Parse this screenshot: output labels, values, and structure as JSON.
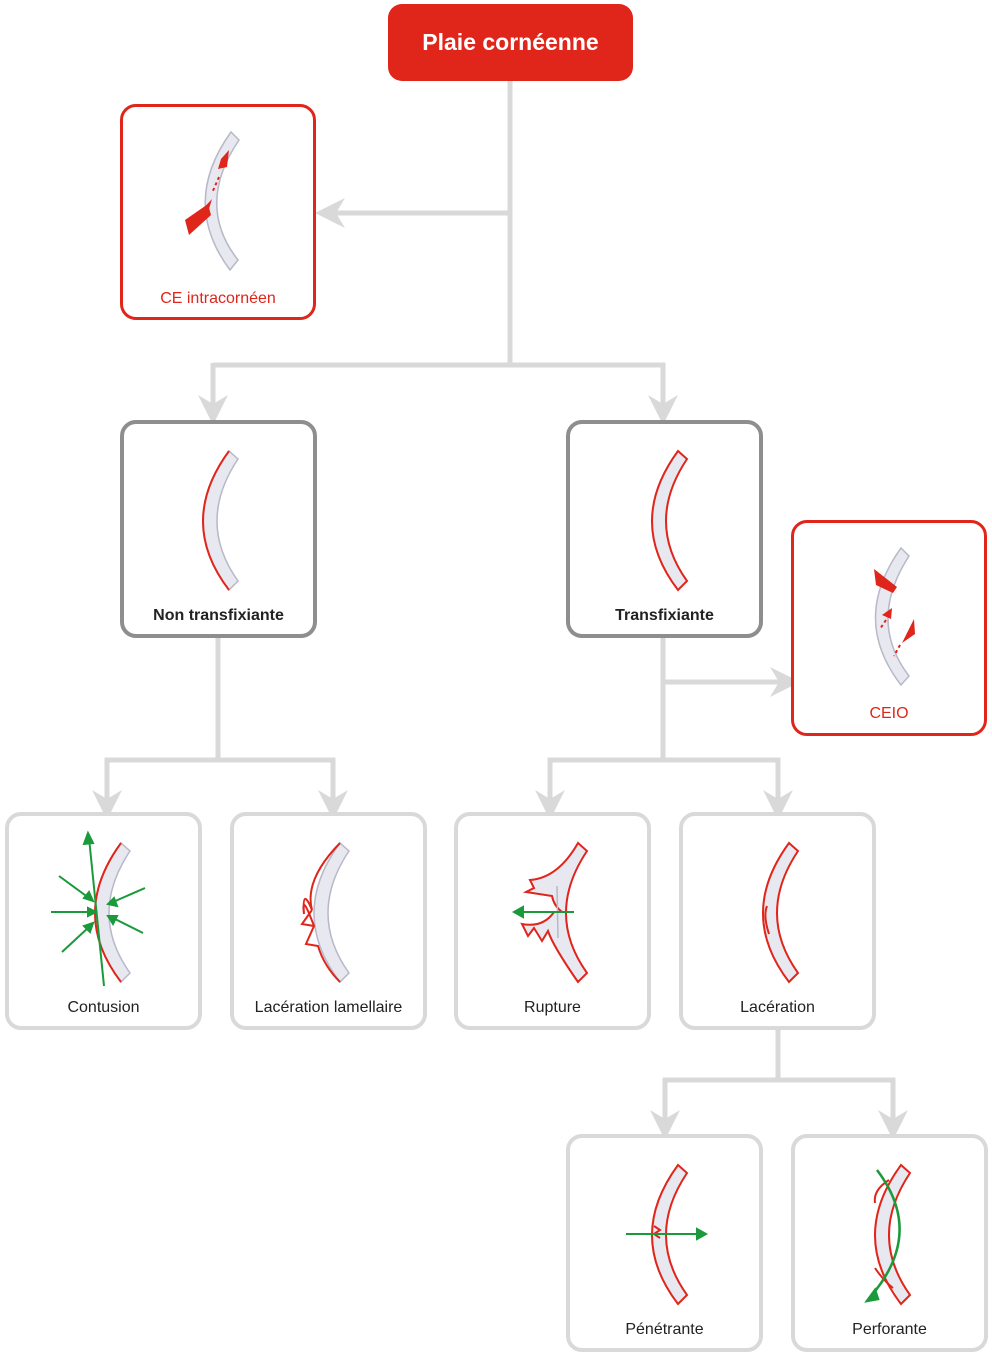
{
  "title": "Plaie cornéenne",
  "nodes": {
    "ce_intracorneen": "CE intracornéen",
    "non_transfixiante": "Non transfixiante",
    "transfixiante": "Transfixiante",
    "ceio": "CEIO",
    "contusion": "Contusion",
    "laceration_lamellaire": "Lacération lamellaire",
    "rupture": "Rupture",
    "laceration": "Lacération",
    "penetrante": "Pénétrante",
    "perforante": "Perforante"
  },
  "colors": {
    "accent": "#e0251b",
    "connector": "#d9d9d9",
    "box_dark": "#8e8e8e",
    "cornea_fill": "#e8e8f0",
    "arrow_green": "#1a9a3a"
  }
}
